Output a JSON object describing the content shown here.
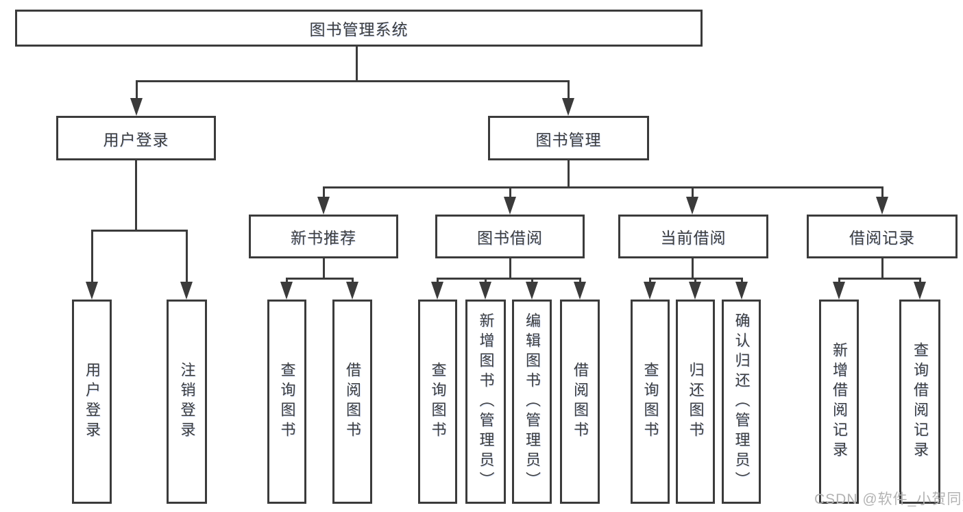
{
  "diagram": {
    "root": {
      "label": "图书管理系统"
    },
    "level2": [
      {
        "label": "用户登录"
      },
      {
        "label": "图书管理"
      }
    ],
    "level3": [
      {
        "label": "新书推荐"
      },
      {
        "label": "图书借阅"
      },
      {
        "label": "当前借阅"
      },
      {
        "label": "借阅记录"
      }
    ],
    "leaves": {
      "user_login": [
        "用户登录",
        "注销登录"
      ],
      "new_book_recommendation": [
        "查询图书",
        "借阅图书"
      ],
      "book_borrowing": [
        "查询图书",
        "新增图书（管理员）",
        "编辑图书（管理员）",
        "借阅图书"
      ],
      "current_borrowing": [
        "查询图书",
        "归还图书",
        "确认归还（管理员）"
      ],
      "borrowing_records": [
        "新增借阅记录",
        "查询借阅记录"
      ]
    },
    "watermark": "CSDN @软件_小贺同学",
    "colors": {
      "line": "#3b3b3b",
      "text": "#3d3d3d",
      "background": "#ffffff",
      "watermark": "#b3b3b3"
    }
  }
}
